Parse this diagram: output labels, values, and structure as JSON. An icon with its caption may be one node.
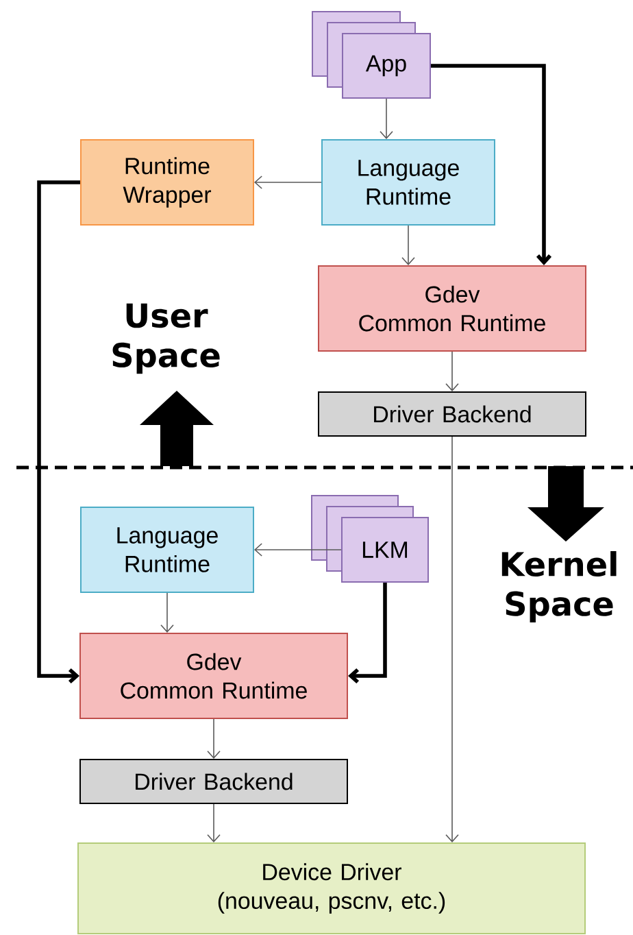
{
  "diagram": {
    "nodes": [
      {
        "text": [
          "App"
        ]
      },
      {
        "text": [
          "Runtime Wrapper"
        ]
      },
      {
        "text": [
          "Language Runtime"
        ]
      },
      {
        "text": [
          "Gdev",
          "Common Runtime"
        ]
      },
      {
        "text": [
          "Driver Backend"
        ]
      },
      {
        "text": [
          "Language Runtime"
        ]
      },
      {
        "text": [
          "LKM"
        ]
      },
      {
        "text": [
          "Gdev",
          "Common Runtime"
        ]
      },
      {
        "text": [
          "Driver Backend"
        ]
      },
      {
        "text": [
          "Device Driver",
          "(nouveau, pscnv, etc.)"
        ]
      }
    ],
    "edges": [
      {
        "from": 0,
        "to": 2,
        "arrow": "to"
      },
      {
        "from": 2,
        "to": 1,
        "arrow": "to"
      },
      {
        "from": 2,
        "to": 3,
        "arrow": "to"
      },
      {
        "from": 0,
        "to": 3,
        "arrow": "to",
        "style": "thick"
      },
      {
        "from": 3,
        "to": 4,
        "arrow": "to"
      },
      {
        "from": 4,
        "to": 9,
        "arrow": "to"
      },
      {
        "from": 1,
        "to": 7,
        "arrow": "to",
        "style": "thick"
      },
      {
        "from": 6,
        "to": 5,
        "arrow": "to"
      },
      {
        "from": 5,
        "to": 7,
        "arrow": "to"
      },
      {
        "from": 6,
        "to": 7,
        "arrow": "to",
        "style": "thick"
      },
      {
        "from": 7,
        "to": 8,
        "arrow": "to"
      },
      {
        "from": 8,
        "to": 9,
        "arrow": "to"
      }
    ],
    "labels": [
      "User Space",
      "Kernel Space"
    ]
  }
}
